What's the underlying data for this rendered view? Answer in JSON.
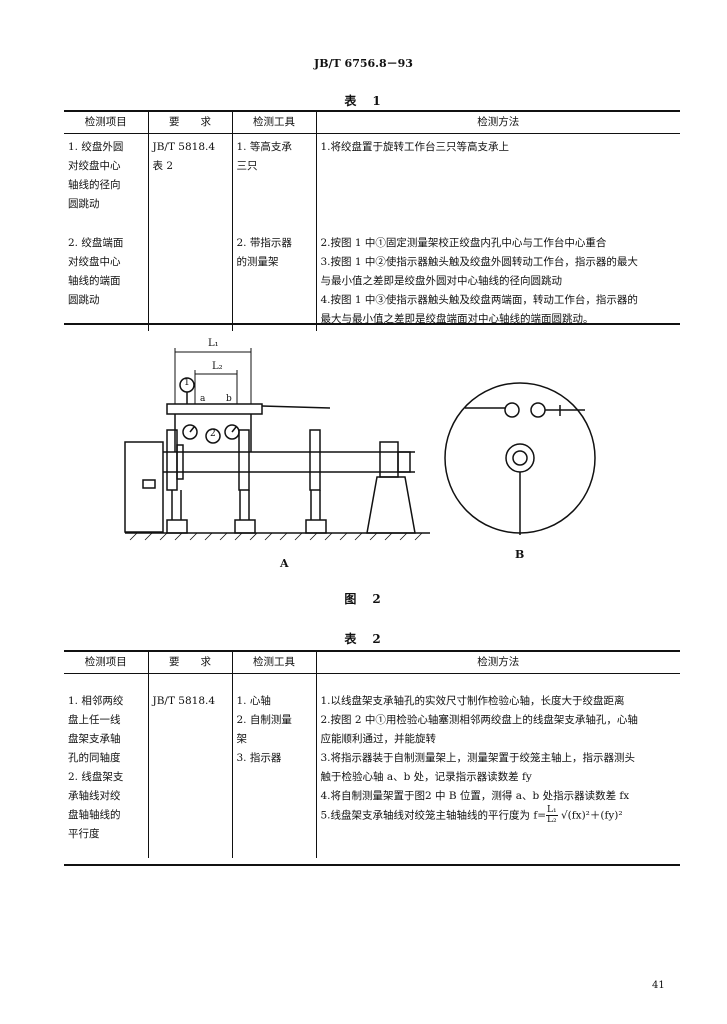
{
  "header": "JB/T 6756.8－93",
  "table1": {
    "title": "表　1",
    "columns": [
      "检测项目",
      "要　　求",
      "检测工具",
      "检测方法"
    ],
    "rows": [
      {
        "item": [
          "1. 绞盘外圆",
          "对绞盘中心",
          "轴线的径向",
          "圆跳动"
        ],
        "req": [
          "JB/T 5818.4",
          "表 2"
        ],
        "tool": [
          "1. 等高支承",
          "三只"
        ],
        "method": [
          "1.将绞盘置于旋转工作台三只等高支承上"
        ]
      },
      {
        "item": [
          "2. 绞盘端面",
          "对绞盘中心",
          "轴线的端面",
          "圆跳动"
        ],
        "req": [],
        "tool": [
          "2. 带指示器",
          "的测量架"
        ],
        "method": [
          "2.按图 1 中①固定测量架校正绞盘内孔中心与工作台中心重合",
          "3.按图 1 中②使指示器触头触及绞盘外圆转动工作台，指示器的最大",
          "与最小值之差即是绞盘外圆对中心轴线的径向圆跳动",
          "4.按图 1 中③使指示器触头触及绞盘两端面，转动工作台，指示器的",
          "最大与最小值之差即是绞盘端面对中心轴线的端面圆跳动。"
        ]
      }
    ]
  },
  "figure": {
    "label_A": "A",
    "label_B": "B",
    "caption": "图　2",
    "dim_L1": "L₁",
    "dim_L2": "L₂",
    "mark_1": "1",
    "mark_2": "2",
    "mark_a": "a",
    "mark_b": "b"
  },
  "table2": {
    "title": "表　2",
    "columns": [
      "检测项目",
      "要　　求",
      "检测工具",
      "检测方法"
    ],
    "item": [
      "1. 相邻两绞",
      "盘上任一线",
      "盘架支承轴",
      "孔的同轴度",
      "2. 线盘架支",
      "承轴线对绞",
      "盘轴轴线的",
      "平行度"
    ],
    "req": [
      "JB/T 5818.4"
    ],
    "tool": [
      "1. 心轴",
      "2. 自制测量",
      "架",
      "3. 指示器"
    ],
    "method": [
      "1.以线盘架支承轴孔的实效尺寸制作检验心轴，长度大于绞盘距离",
      "2.按图 2 中①用检验心轴塞测相邻两绞盘上的线盘架支承轴孔，心轴",
      "应能顺利通过，并能旋转",
      "3.将指示器装于自制测量架上，测量架置于绞笼主轴上，指示器测头",
      "触于检验心轴 a、b 处，记录指示器读数差 fy",
      "4.将自制测量架置于图2 中 B 位置，测得 a、b 处指示器读数差 fx",
      "5.线盘架支承轴线对绞笼主轴轴线的平行度为 f="
    ],
    "formula_num": "L₁",
    "formula_den": "L₂",
    "formula_tail": "√(fx)²＋(fy)²"
  },
  "page_number": "41"
}
